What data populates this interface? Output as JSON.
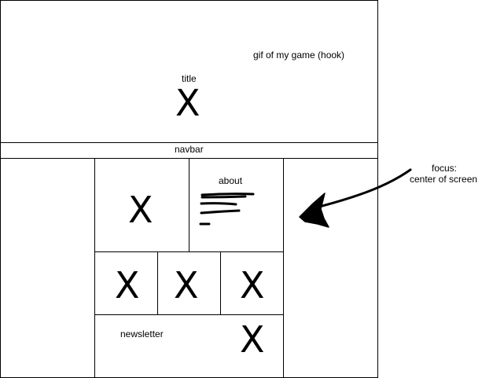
{
  "hero": {
    "title_label": "title",
    "title_placeholder": "X",
    "gif_label": "gif of my game (hook)"
  },
  "navbar": {
    "label": "navbar"
  },
  "grid": {
    "feature_placeholder": "X",
    "about_label": "about",
    "row_placeholders": [
      "X",
      "X",
      "X"
    ],
    "newsletter_label": "newsletter",
    "newsletter_placeholder": "X"
  },
  "annotation": {
    "focus_line1": "focus:",
    "focus_line2": "center of screen"
  }
}
